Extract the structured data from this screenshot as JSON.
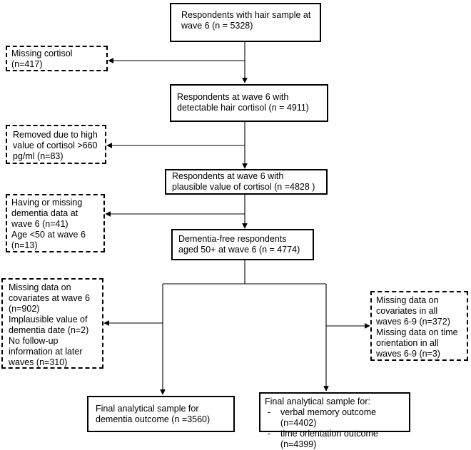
{
  "main_boxes": {
    "b1": [
      "Respondents with hair sample at",
      "wave 6 (n = 5328)"
    ],
    "b2": [
      "Respondents at wave 6 with",
      "detectable hair cortisol (n = 4911)"
    ],
    "b3": [
      "Respondents at wave 6 with",
      "plausible value of cortisol (n =4828 )"
    ],
    "b4": [
      "Dementia-free respondents",
      "aged 50+ at wave 6  (n = 4774)"
    ],
    "final_left": [
      "Final analytical sample for",
      "dementia outcome (n =3560)"
    ],
    "final_right": {
      "title": "Final analytical sample for:",
      "items": [
        "verbal memory outcome (n=4402)",
        "time orientation outcome (n=4399)"
      ]
    }
  },
  "exclusion_boxes": {
    "e1": [
      "Missing cortisol",
      "(n=417)"
    ],
    "e2": [
      "Removed due to high",
      "value of cortisol >660",
      "pg/ml (n=83)"
    ],
    "e3": [
      "Having or missing",
      "dementia data at",
      "wave 6 (n=41)",
      "Age <50 at wave 6",
      "(n=13)"
    ],
    "e4": [
      "Missing data on",
      "covariates at wave 6",
      "(n=902)",
      "Implausible value of",
      "dementia date (n=2)",
      "No follow-up",
      "information at later",
      "waves (n=310)"
    ],
    "e5": [
      "Missing data on",
      "covariates in all",
      "waves 6-9 (n=372)",
      "Missing data on time",
      "orientation in all",
      "waves 6-9 (n=3)"
    ]
  }
}
